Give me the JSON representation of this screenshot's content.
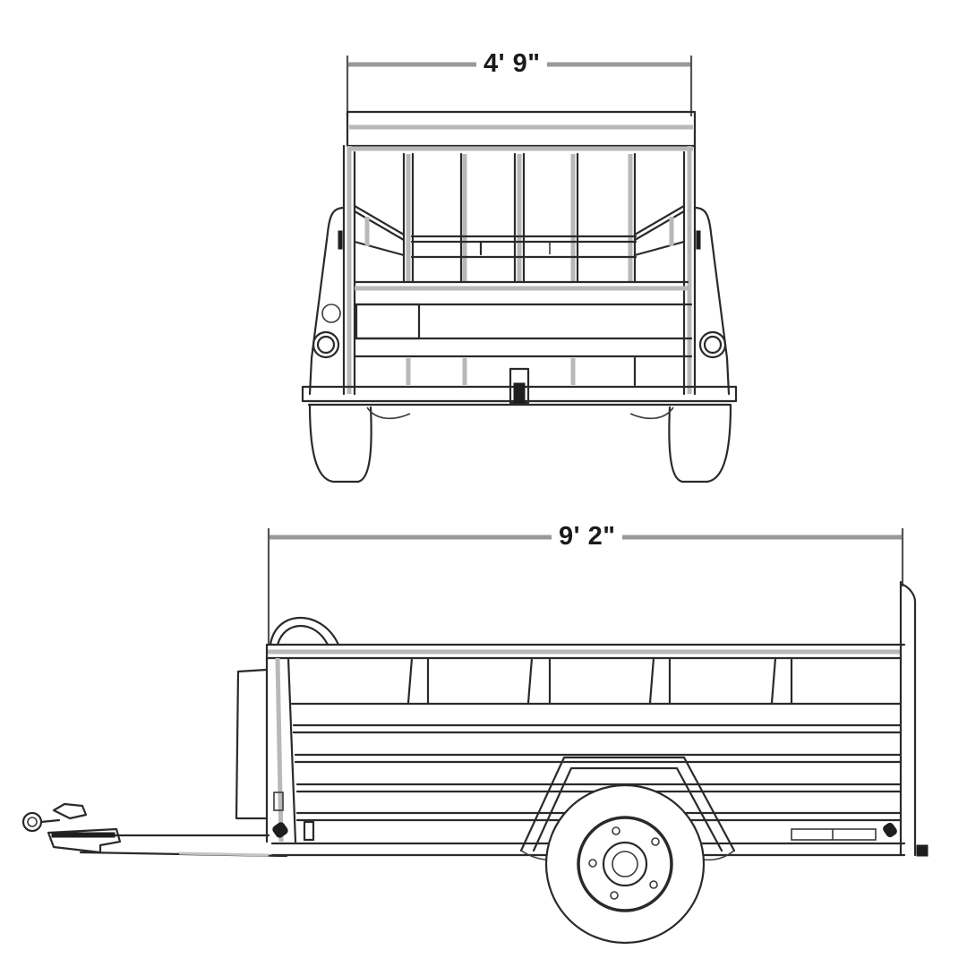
{
  "diagram": {
    "subject": "utility trailer",
    "views": [
      {
        "name": "rear-view",
        "dimension_label": "4' 9\"",
        "dimension_meaning": "width"
      },
      {
        "name": "side-view",
        "dimension_label": "9' 2\"",
        "dimension_meaning": "length"
      }
    ]
  },
  "colors": {
    "line": "#2a2a2a",
    "shade": "#b8b8b8",
    "background": "#ffffff"
  }
}
